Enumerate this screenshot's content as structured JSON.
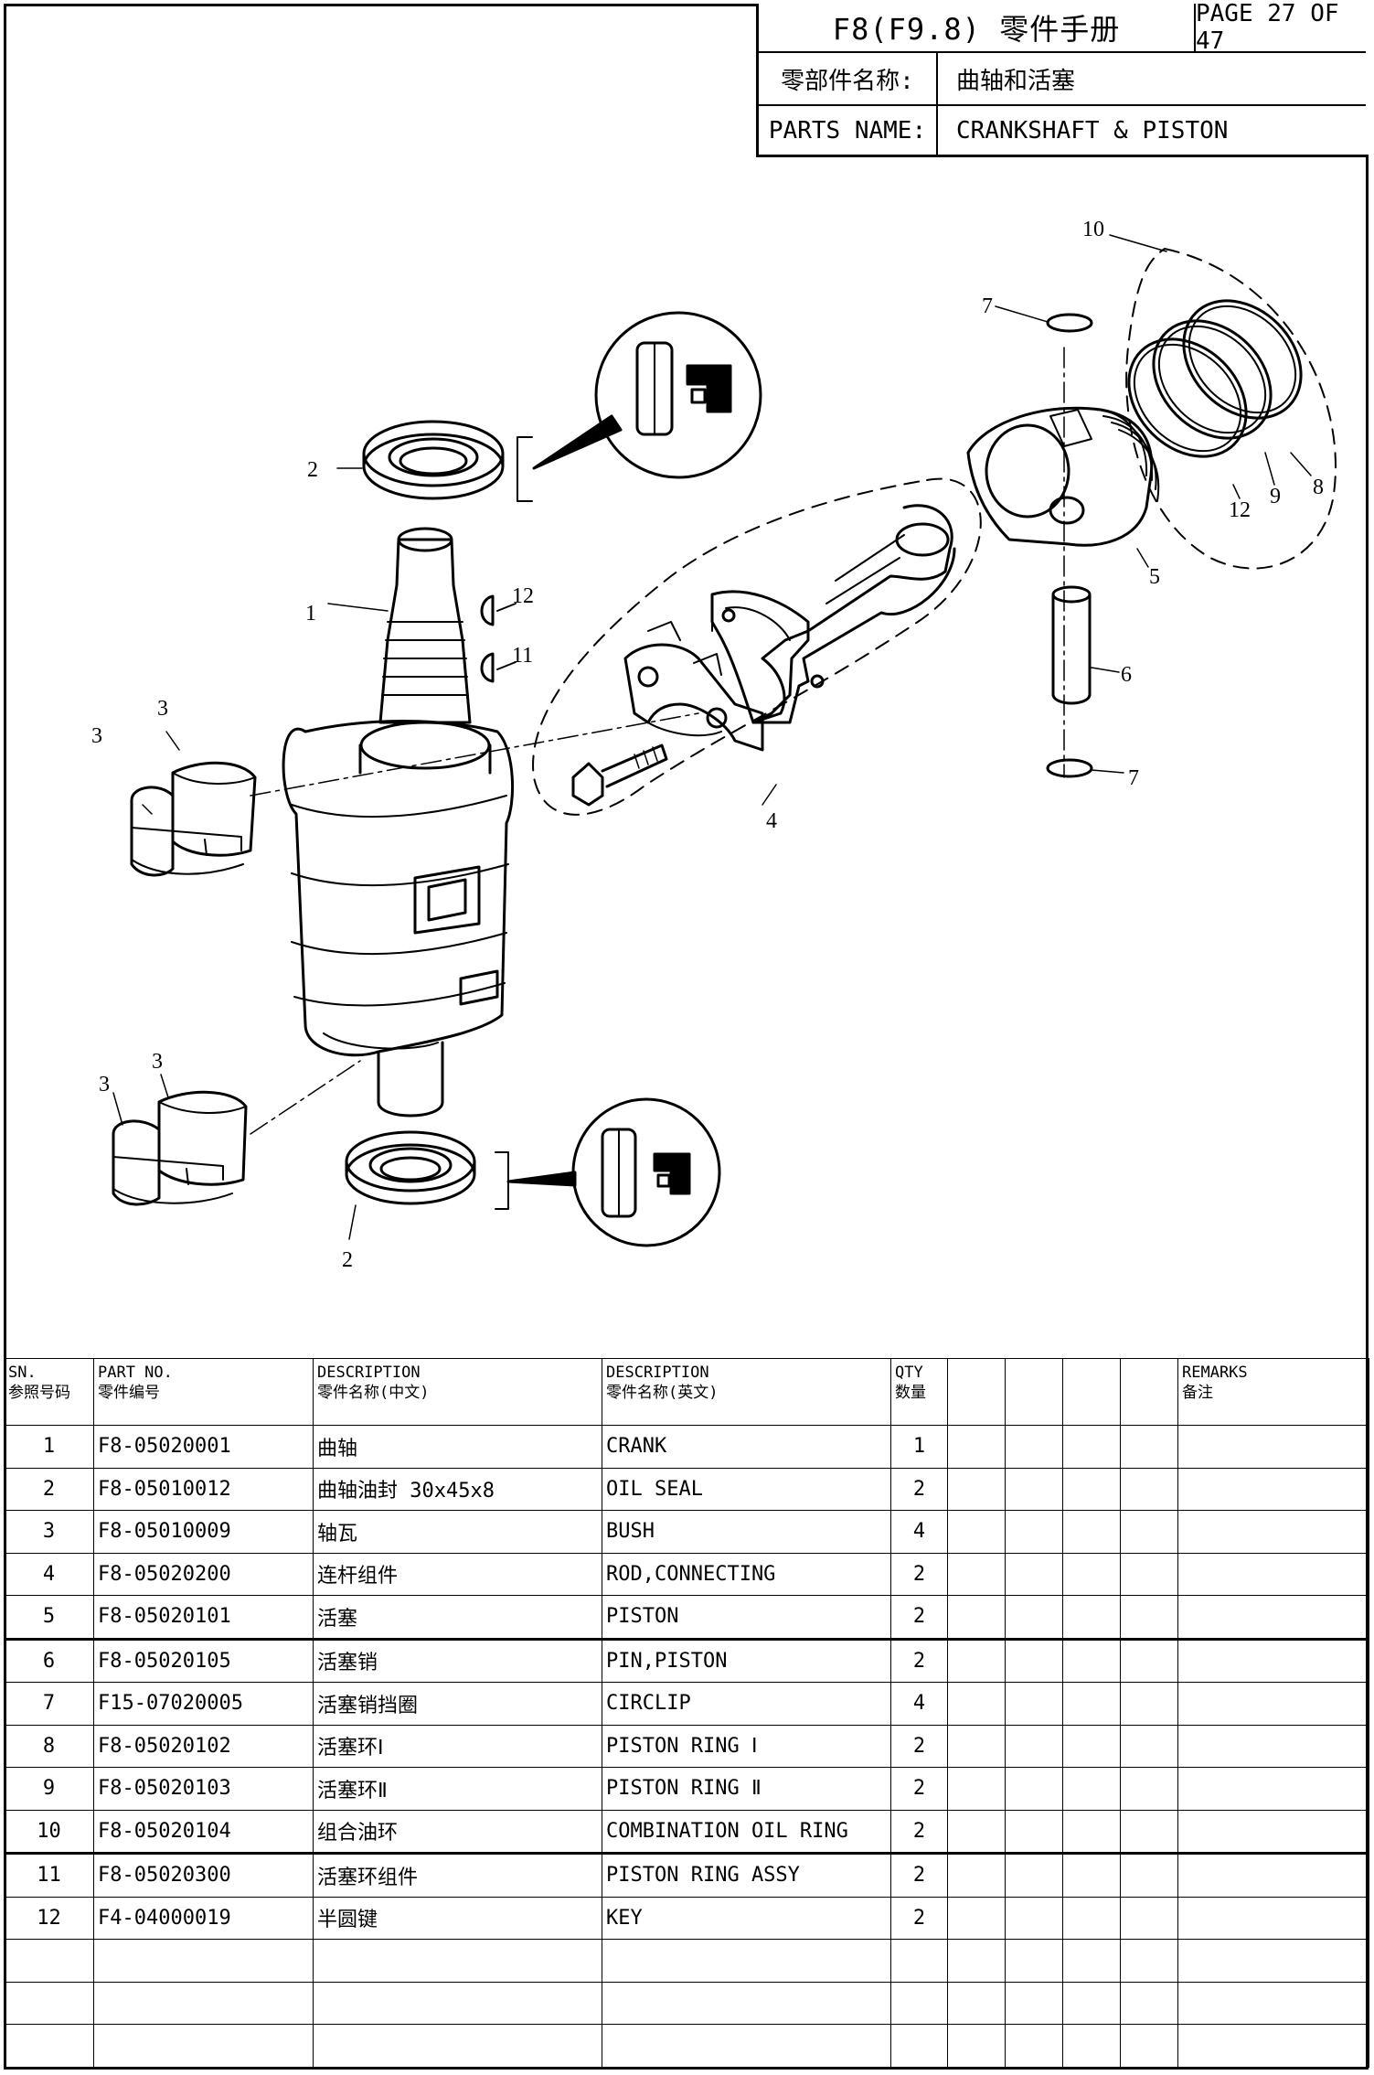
{
  "header": {
    "title": "F8(F9.8) 零件手册",
    "page": "PAGE 27 OF 47",
    "name_cn_label": "零部件名称:",
    "name_cn_value": "曲轴和活塞",
    "name_en_label": "PARTS NAME:",
    "name_en_value": "CRANKSHAFT & PISTON"
  },
  "diagram": {
    "callouts": [
      "1",
      "2",
      "2",
      "3",
      "3",
      "3",
      "3",
      "4",
      "5",
      "6",
      "7",
      "7",
      "8",
      "9",
      "10",
      "11",
      "12",
      "12"
    ]
  },
  "table": {
    "columns": [
      {
        "en": "SN.",
        "cn": "参照号码"
      },
      {
        "en": "PART NO.",
        "cn": "零件编号"
      },
      {
        "en": "DESCRIPTION",
        "cn": "零件名称(中文)"
      },
      {
        "en": "DESCRIPTION",
        "cn": "零件名称(英文)"
      },
      {
        "en": "QTY",
        "cn": "数量"
      },
      {
        "en": "",
        "cn": ""
      },
      {
        "en": "",
        "cn": ""
      },
      {
        "en": "",
        "cn": ""
      },
      {
        "en": "",
        "cn": ""
      },
      {
        "en": "REMARKS",
        "cn": "备注"
      }
    ],
    "rows": [
      {
        "sn": "1",
        "part_no": "F8-05020001",
        "desc_cn": "曲轴",
        "desc_en": "CRANK",
        "qty": "1"
      },
      {
        "sn": "2",
        "part_no": "F8-05010012",
        "desc_cn": "曲轴油封 30x45x8",
        "desc_en": "OIL SEAL",
        "qty": "2"
      },
      {
        "sn": "3",
        "part_no": "F8-05010009",
        "desc_cn": "轴瓦",
        "desc_en": "BUSH",
        "qty": "4"
      },
      {
        "sn": "4",
        "part_no": "F8-05020200",
        "desc_cn": "连杆组件",
        "desc_en": "ROD,CONNECTING",
        "qty": "2"
      },
      {
        "sn": "5",
        "part_no": "F8-05020101",
        "desc_cn": "活塞",
        "desc_en": "PISTON",
        "qty": "2"
      },
      {
        "sn": "6",
        "part_no": "F8-05020105",
        "desc_cn": "活塞销",
        "desc_en": "PIN,PISTON",
        "qty": "2"
      },
      {
        "sn": "7",
        "part_no": "F15-07020005",
        "desc_cn": "活塞销挡圈",
        "desc_en": "CIRCLIP",
        "qty": "4"
      },
      {
        "sn": "8",
        "part_no": "F8-05020102",
        "desc_cn": "活塞环Ⅰ",
        "desc_en": "PISTON RING Ⅰ",
        "qty": "2"
      },
      {
        "sn": "9",
        "part_no": "F8-05020103",
        "desc_cn": "活塞环Ⅱ",
        "desc_en": "PISTON RING Ⅱ",
        "qty": "2"
      },
      {
        "sn": "10",
        "part_no": "F8-05020104",
        "desc_cn": "组合油环",
        "desc_en": "COMBINATION OIL RING",
        "qty": "2"
      },
      {
        "sn": "11",
        "part_no": "F8-05020300",
        "desc_cn": "活塞环组件",
        "desc_en": "PISTON RING ASSY",
        "qty": "2"
      },
      {
        "sn": "12",
        "part_no": "F4-04000019",
        "desc_cn": "半圆键",
        "desc_en": "KEY",
        "qty": "2"
      },
      {
        "sn": "",
        "part_no": "",
        "desc_cn": "",
        "desc_en": "",
        "qty": ""
      },
      {
        "sn": "",
        "part_no": "",
        "desc_cn": "",
        "desc_en": "",
        "qty": ""
      },
      {
        "sn": "",
        "part_no": "",
        "desc_cn": "",
        "desc_en": "",
        "qty": ""
      }
    ]
  }
}
